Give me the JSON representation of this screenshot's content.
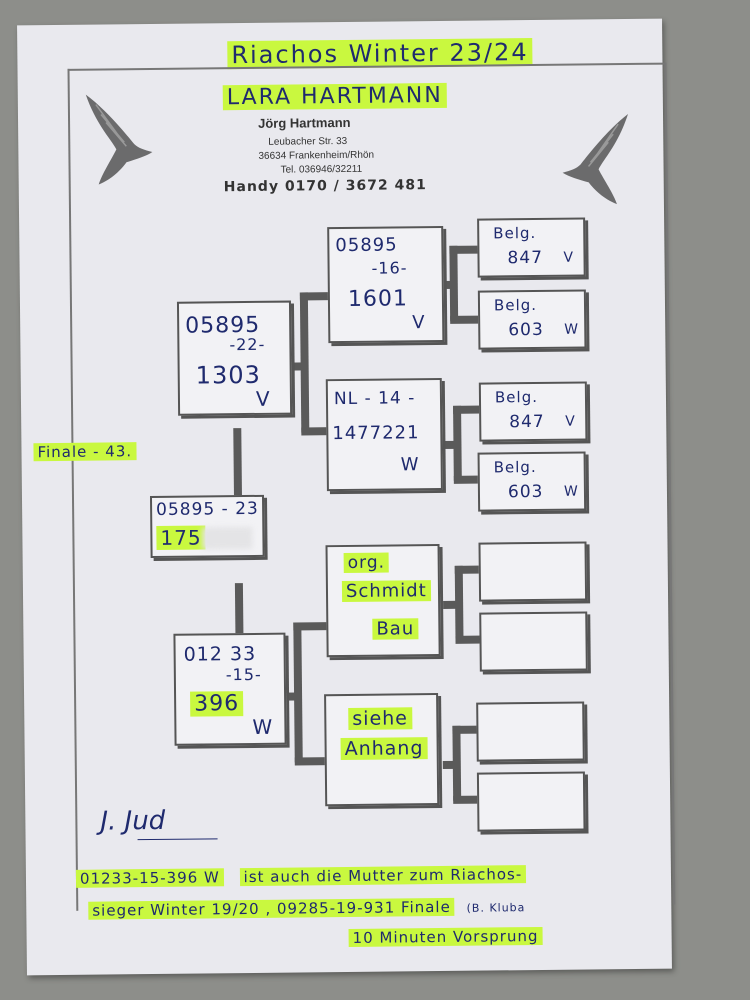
{
  "header": {
    "title": "Riachos Winter 23/24",
    "owner_name": "LARA HARTMANN"
  },
  "breeder": {
    "name": "Jörg Hartmann",
    "street": "Leubacher Str. 33",
    "city": "36634 Frankenheim/Rhön",
    "tel": "Tel. 036946/32211",
    "handy": "Handy 0170 / 3672 481"
  },
  "pedigree": {
    "main_bird": {
      "line1": "05895 - 23",
      "line2": "175"
    },
    "sire": {
      "line1": "05895",
      "line2": "-22-",
      "line3": "1303",
      "line4": "V"
    },
    "dam": {
      "line1": "012 33",
      "line2": "-15-",
      "line3": "396",
      "line4": "W"
    },
    "sire_sire": {
      "line1": "05895",
      "line2": "-16-",
      "line3": "1601",
      "line4": "V"
    },
    "sire_dam": {
      "line1": "NL - 14 -",
      "line2": "1477221",
      "line3": "W"
    },
    "dam_sire": {
      "line1": "org.",
      "line2": "Schmidt",
      "line3": "Bau"
    },
    "dam_dam": {
      "line1": "siehe",
      "line2": "Anhang"
    },
    "gp1": {
      "line1": "Belg.",
      "line2": "847",
      "line3": "V"
    },
    "gp2": {
      "line1": "Belg.",
      "line2": "603",
      "line3": "W"
    },
    "gp3": {
      "line1": "Belg.",
      "line2": "847",
      "line3": "V"
    },
    "gp4": {
      "line1": "Belg.",
      "line2": "603",
      "line3": "W"
    }
  },
  "side_note": "Finale - 43.",
  "signature": "J. Jud",
  "footer": {
    "line1_code": "01233-15-396 W",
    "line1_text": "ist auch die Mutter zum Riachos-",
    "line2": "sieger Winter 19/20 ,  09285-19-931  Finale",
    "line2_note": "(B. Kluba",
    "line3": "10 Minuten Vorsprung"
  },
  "colors": {
    "highlight": "#c9f83f",
    "ink": "#1f2a6e",
    "paper": "#e9e9ee",
    "background": "#8d8e8a"
  }
}
